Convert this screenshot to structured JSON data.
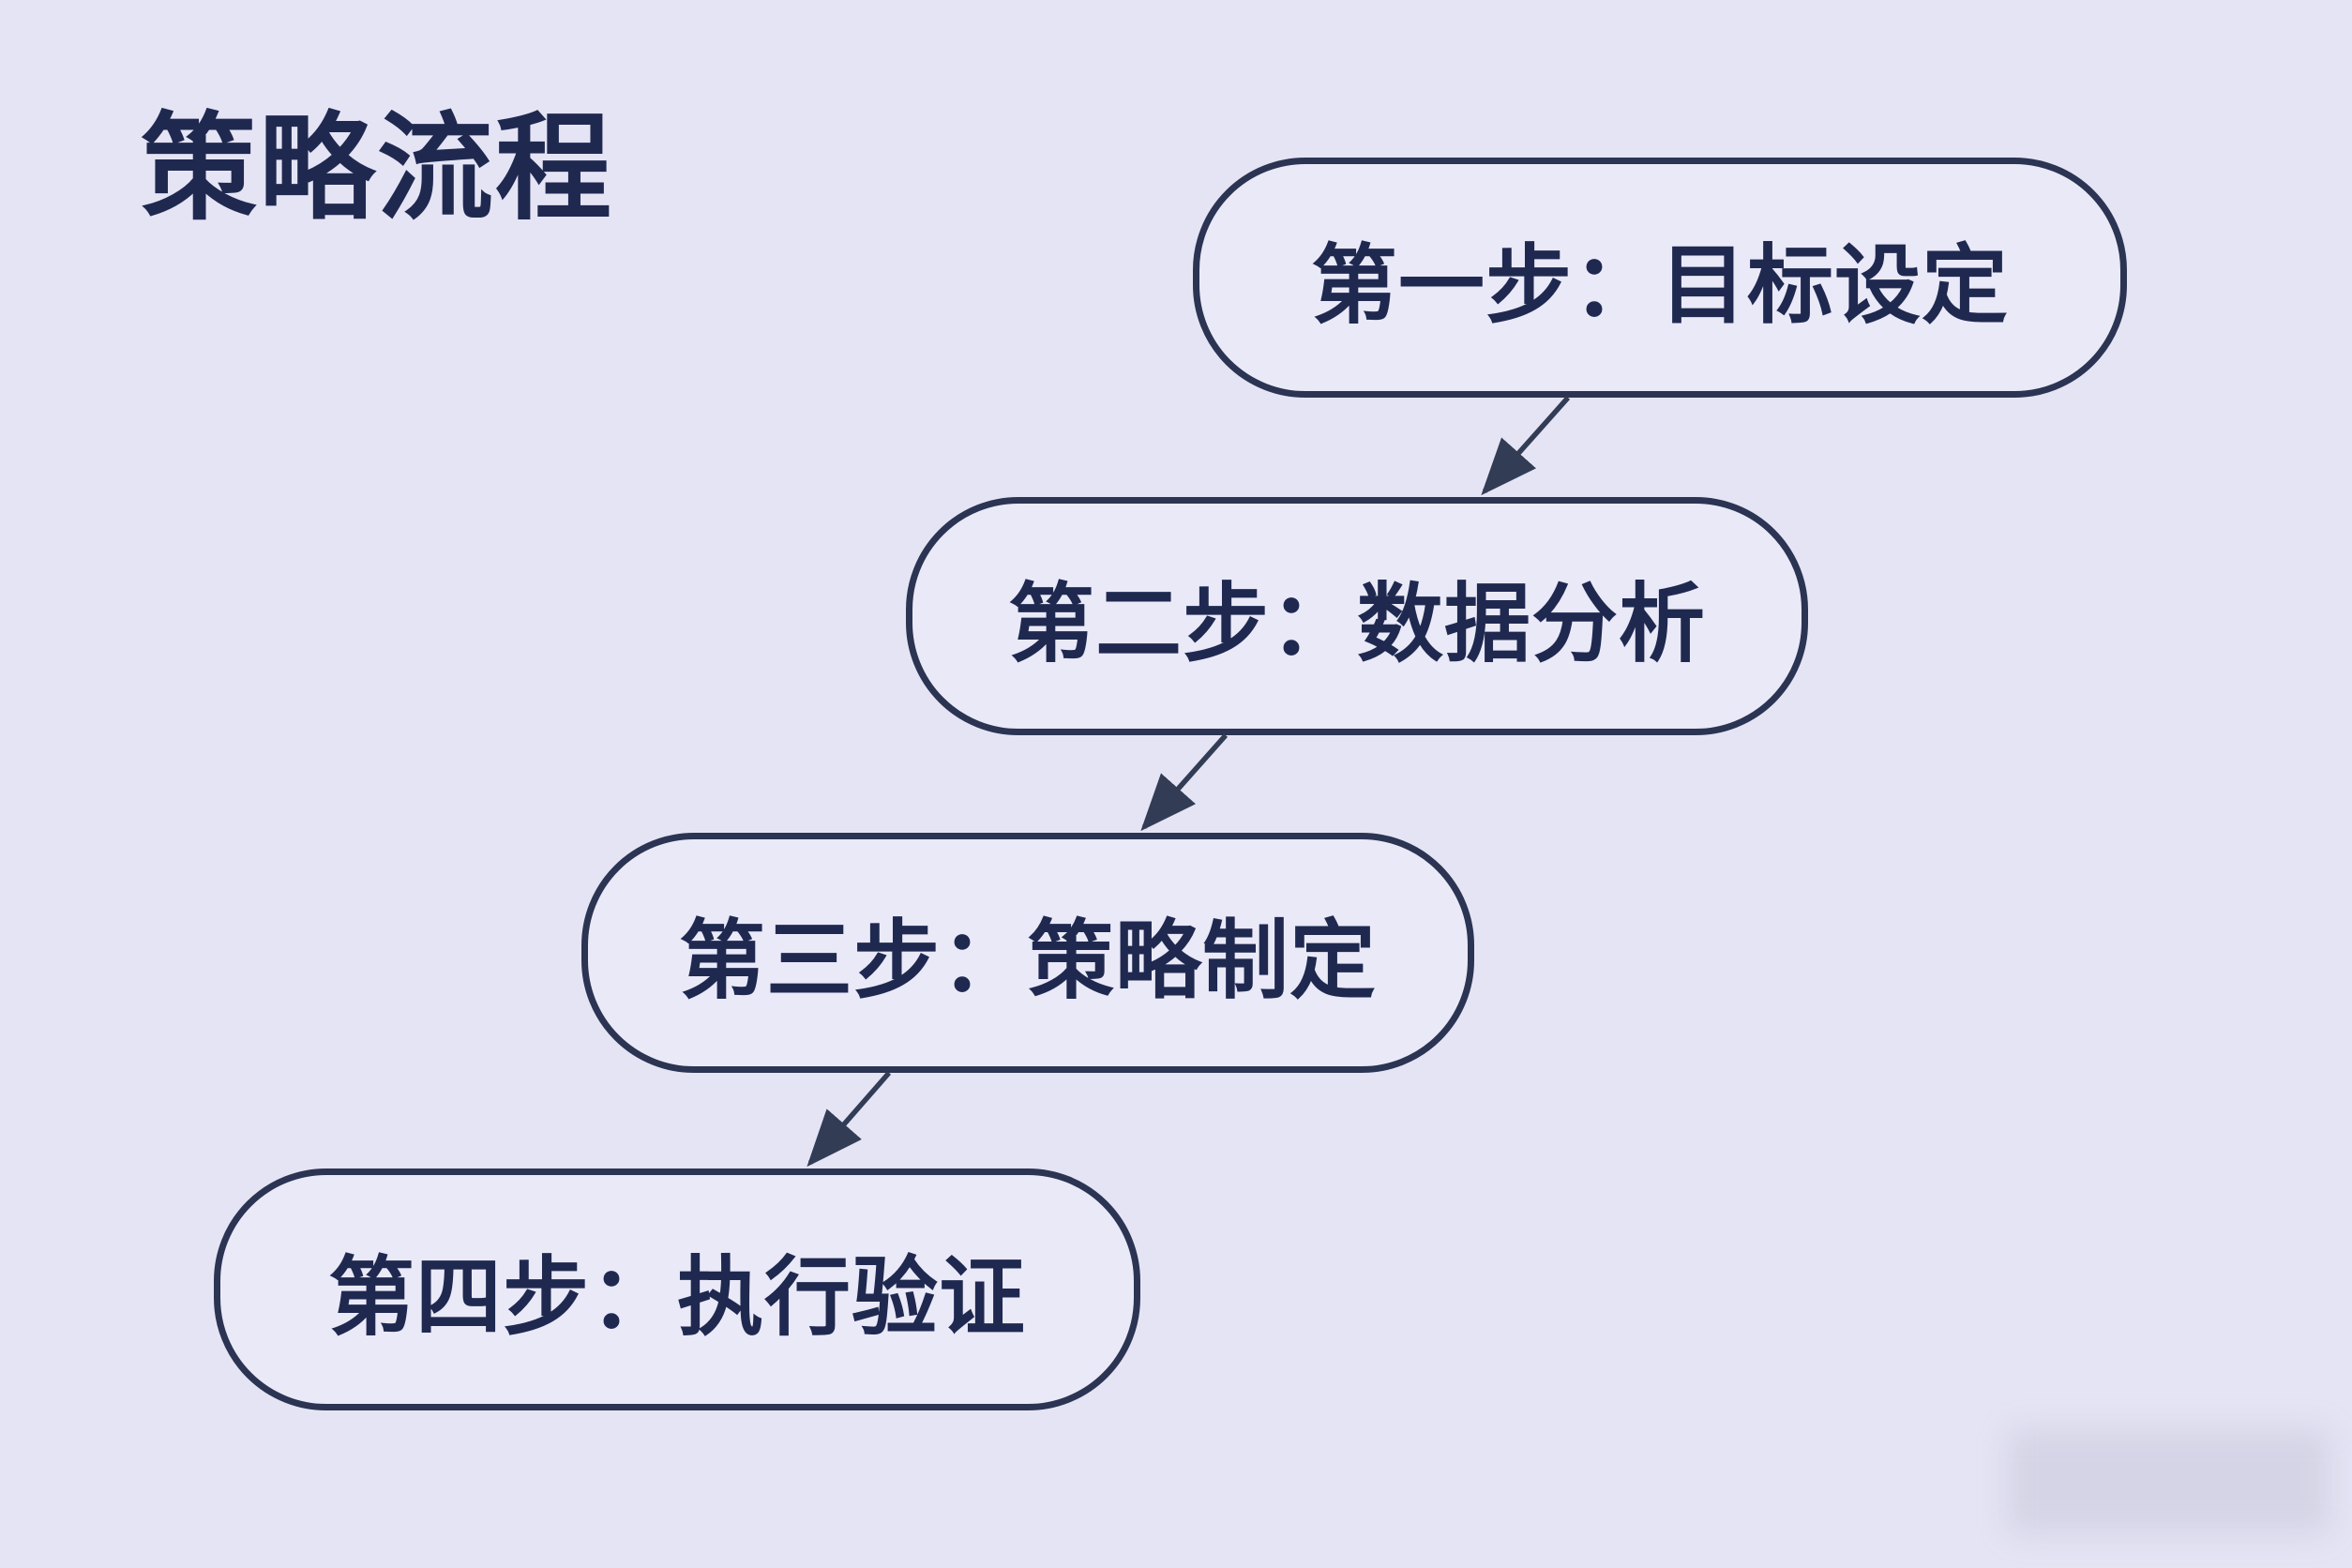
{
  "title": "策略流程",
  "nodes": [
    {
      "id": "step-1",
      "label": "第一步：目标设定"
    },
    {
      "id": "step-2",
      "label": "第二步：数据分析"
    },
    {
      "id": "step-3",
      "label": "第三步：策略制定"
    },
    {
      "id": "step-4",
      "label": "第四步：执行验证"
    }
  ],
  "edges": [
    {
      "from": "step-1",
      "to": "step-2"
    },
    {
      "from": "step-2",
      "to": "step-3"
    },
    {
      "from": "step-3",
      "to": "step-4"
    }
  ],
  "colors": {
    "background": "#e5e4f5",
    "node_fill": "#eae9f8",
    "node_border": "#2b3452",
    "text": "#1f2950",
    "arrow": "#323d55"
  }
}
